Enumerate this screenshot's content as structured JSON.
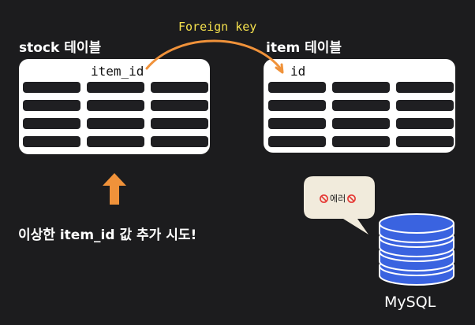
{
  "stock_table": {
    "title": "stock 테이블",
    "column_label": "item_id"
  },
  "item_table": {
    "title": "item 테이블",
    "column_label": "id"
  },
  "relation": {
    "label": "Foreign key"
  },
  "caption": "이상한 item_id 값 추가 시도!",
  "error_bubble": {
    "text": "에러",
    "icon": "prohibited-icon"
  },
  "database": {
    "label": "MySQL",
    "icon": "database-icon"
  },
  "colors": {
    "background": "#1c1c1e",
    "card": "#ffffff",
    "cell": "#1f1f22",
    "arrow": "#f0923a",
    "fk_label": "#f4e04d",
    "database": "#3a63e0",
    "no_sign": "#e53935"
  }
}
